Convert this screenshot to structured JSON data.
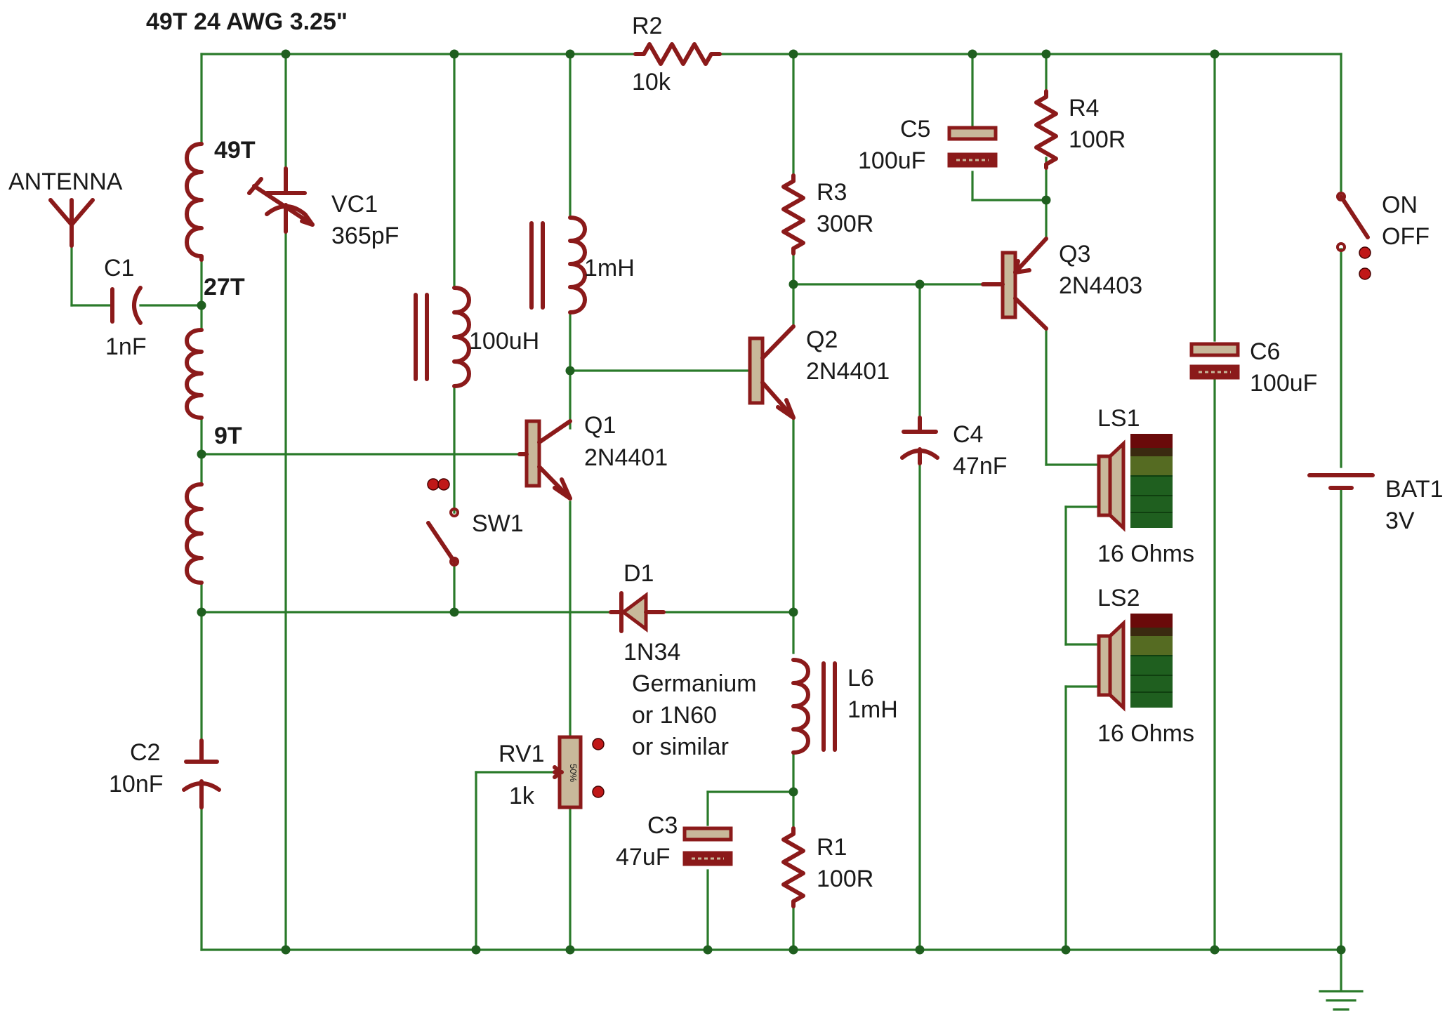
{
  "title": "49T 24 AWG 3.25\"",
  "coil_taps": {
    "top": "49T",
    "mid": "27T",
    "low": "9T"
  },
  "antenna": "ANTENNA",
  "components": {
    "C1": {
      "ref": "C1",
      "value": "1nF"
    },
    "C2": {
      "ref": "C2",
      "value": "10nF"
    },
    "VC1": {
      "ref": "VC1",
      "value": "365pF"
    },
    "L100u": {
      "value": "100uH"
    },
    "L1m": {
      "value": "1mH"
    },
    "R2": {
      "ref": "R2",
      "value": "10k"
    },
    "R3": {
      "ref": "R3",
      "value": "300R"
    },
    "R4": {
      "ref": "R4",
      "value": "100R"
    },
    "C5": {
      "ref": "C5",
      "value": "100uF"
    },
    "Q1": {
      "ref": "Q1",
      "value": "2N4401"
    },
    "Q2": {
      "ref": "Q2",
      "value": "2N4401"
    },
    "Q3": {
      "ref": "Q3",
      "value": "2N4403"
    },
    "C4": {
      "ref": "C4",
      "value": "47nF"
    },
    "SW1": {
      "ref": "SW1"
    },
    "D1": {
      "ref": "D1",
      "value": "1N34",
      "note1": "Germanium",
      "note2": "or 1N60",
      "note3": "or similar"
    },
    "L6": {
      "ref": "L6",
      "value": "1mH"
    },
    "RV1": {
      "ref": "RV1",
      "value": "1k",
      "wiper": "50%"
    },
    "C3": {
      "ref": "C3",
      "value": "47uF"
    },
    "R1": {
      "ref": "R1",
      "value": "100R"
    },
    "LS1": {
      "ref": "LS1",
      "value": "16 Ohms"
    },
    "LS2": {
      "ref": "LS2",
      "value": "16 Ohms"
    },
    "C6": {
      "ref": "C6",
      "value": "100uF"
    },
    "SWON": {
      "on": "ON",
      "off": "OFF"
    },
    "BAT1": {
      "ref": "BAT1",
      "value": "3V"
    }
  },
  "colors": {
    "wire": "#2a7a2a",
    "component": "#8b1a1a",
    "body_fill": "#c8b89a",
    "junction": "#1f5f1f",
    "pin_marker": "#c01818"
  }
}
